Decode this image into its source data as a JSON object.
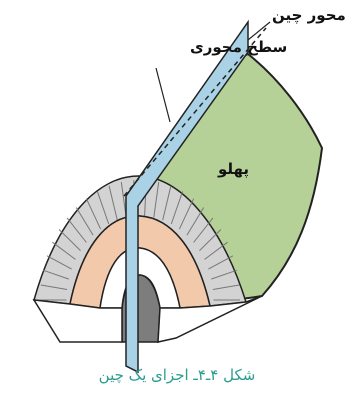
{
  "labels": {
    "fold_axis": "محور چین",
    "axial_plane": "سطح محوری",
    "limb": "پهلو"
  },
  "caption": "شکل ۴ـ۴ـ اجزای یک چین",
  "colors": {
    "limb_fill": "#b5d197",
    "axial_plane_fill": "#a9d2e6",
    "outer_layer": "#d3d3d3",
    "middle_layer": "#f2c9ab",
    "core": "#7d7d7d",
    "caption_color": "#2a9d8f",
    "outline": "#222222"
  }
}
